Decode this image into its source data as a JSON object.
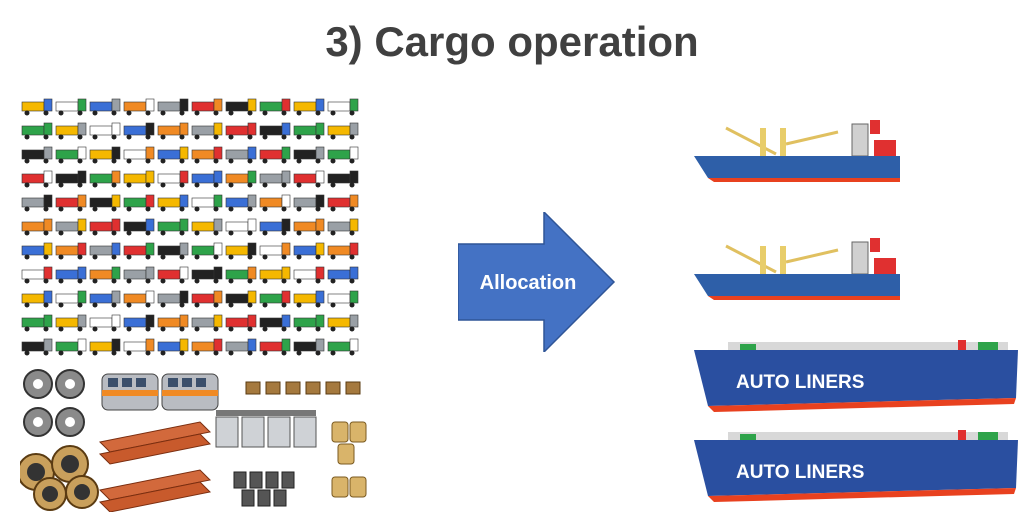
{
  "slide": {
    "title": "3) Cargo operation",
    "arrow_label": "Allocation",
    "ro_ro_ship_label": "AUTO LINERS"
  },
  "colors": {
    "title": "#404040",
    "arrow_fill": "#4472c4",
    "ship_hull_blue": "#2e5fa8",
    "ship_hull_red": "#e8411f",
    "ro_ro_blue": "#2a4fa0",
    "ro_ro_green": "#2ea34a"
  },
  "icons": {
    "cargo_vehicles": "construction-vehicles-grid",
    "cargo_breakbulk": [
      "steel-coils",
      "train-cars",
      "timber-bundles",
      "wooden-crates",
      "cable-drums",
      "transformers",
      "bags",
      "drums"
    ],
    "ships": [
      "general-cargo-ship",
      "general-cargo-ship",
      "ro-ro-car-carrier",
      "ro-ro-car-carrier"
    ]
  }
}
